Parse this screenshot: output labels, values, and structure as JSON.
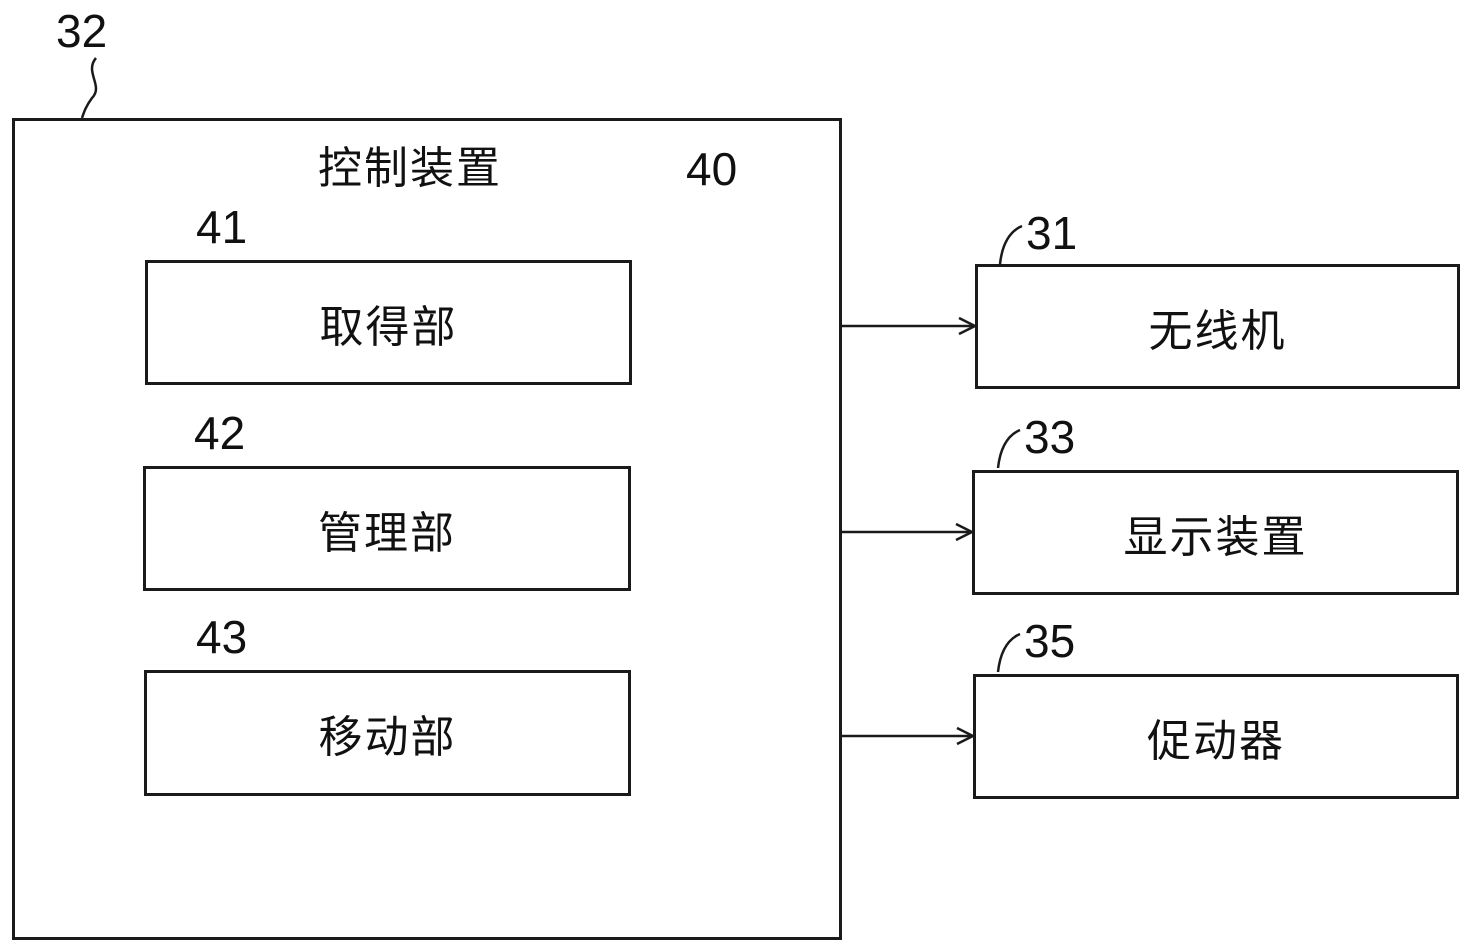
{
  "control_device": {
    "ref": "32",
    "title": "控制装置",
    "group_ref": "40"
  },
  "units": [
    {
      "ref": "41",
      "label": "取得部"
    },
    {
      "ref": "42",
      "label": "管理部"
    },
    {
      "ref": "43",
      "label": "移动部"
    }
  ],
  "external": [
    {
      "ref": "31",
      "label": "无线机"
    },
    {
      "ref": "33",
      "label": "显示装置"
    },
    {
      "ref": "35",
      "label": "促动器"
    }
  ]
}
